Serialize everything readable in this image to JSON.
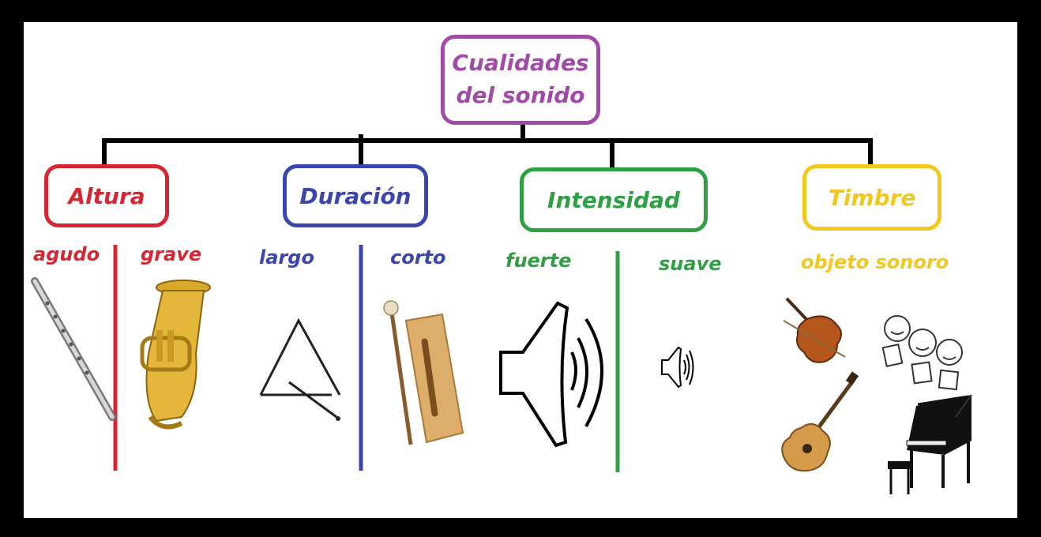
{
  "root": {
    "label_line1": "Cualidades",
    "label_line2": "del sonido",
    "color": "#a24aa8"
  },
  "categories": [
    {
      "label": "Altura",
      "color": "#d72631",
      "left": "agudo",
      "right": "grave"
    },
    {
      "label": "Duración",
      "color": "#3a45b0",
      "left": "largo",
      "right": "corto"
    },
    {
      "label": "Intensidad",
      "color": "#2ea043",
      "left": "fuerte",
      "right": "suave"
    },
    {
      "label": "Timbre",
      "color": "#f2c81e",
      "note": "objeto sonoro"
    }
  ],
  "icons": {
    "agudo": "flute-icon",
    "grave": "tuba-icon",
    "largo": "triangle-instrument-icon",
    "corto": "wood-block-icon",
    "fuerte": "loud-speaker-icon",
    "suave": "quiet-speaker-icon",
    "timbre": [
      "violin-icon",
      "singers-icon",
      "guitar-icon",
      "piano-icon"
    ]
  }
}
